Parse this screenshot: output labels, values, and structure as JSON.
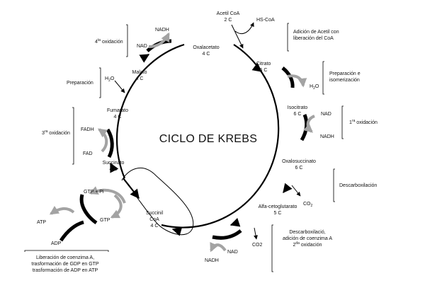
{
  "title": "CICLO DE KREBS",
  "compounds": {
    "oxalacetato": {
      "name": "Oxalacetato",
      "carbons": "4 C"
    },
    "citrato": {
      "name": "Citrato",
      "carbons": "6 C"
    },
    "isocitrato": {
      "name": "Isocitrato",
      "carbons": "6 C"
    },
    "oxalosuccinato": {
      "name": "Oxalosuccinato",
      "carbons": "6 C"
    },
    "alfacetoglutarato": {
      "name": "Alfa-cetoglutarato",
      "carbons": "5 C"
    },
    "succinilcoa": {
      "name1": "Succinil",
      "name2": "CoA",
      "carbons": "4 C"
    },
    "succinato": {
      "name": "Succinato",
      "carbons": "4 C"
    },
    "fumarato": {
      "name": "Fumarato",
      "carbons": "4 C"
    },
    "malato": {
      "name": "Malato",
      "carbons": "4 C"
    },
    "acetilcoa": {
      "name": "Acetil CoA",
      "carbons": "2 C"
    }
  },
  "molecules": {
    "hscoa": "HS-CoA",
    "h2o_citrato": "H",
    "h2o_malato": "H",
    "h2o_sub": "2",
    "h2o_o": "O",
    "nad_isocitrato": "NAD",
    "nadh_isocitrato": "NADH",
    "co2_oxalo": "CO",
    "co2_sub": "2",
    "co2_alfa": "CO2",
    "nad_alfa": "NAD",
    "nadh_alfa": "NADH",
    "gtp_pi": "GTP + Pi",
    "gtp": "GTP",
    "atp": "ATP",
    "adp": "ADP",
    "fadh": "FADH",
    "fad": "FAD",
    "nad_malato": "NAD",
    "nadh_malato": "NADH"
  },
  "annotations": {
    "acetil": {
      "line1": "Adición de Acetil con",
      "line2": "liberación del CoA"
    },
    "isomerizacion": {
      "line1": "Preparación e",
      "line2": "isomerización"
    },
    "oxid1": {
      "num": "1",
      "sup": "ra",
      "text": " oxidación"
    },
    "descarb": "Descarboxilación",
    "descarb2": {
      "line1": "Descarboxilació,",
      "line2": "adición de coenzima A",
      "num": "2",
      "sup": "da",
      "text": " oxidación"
    },
    "liberacion": {
      "line1": "Liberación de coenzima A,",
      "line2": "trasformación de GDP en GTP",
      "line3": "trasformación de ADP en ATP"
    },
    "oxid3": {
      "num": "3",
      "sup": "ra",
      "text": " oxidación"
    },
    "preparacion": "Preparación",
    "oxid4": {
      "num": "4",
      "sup": "ta",
      "text": " oxidación"
    }
  }
}
